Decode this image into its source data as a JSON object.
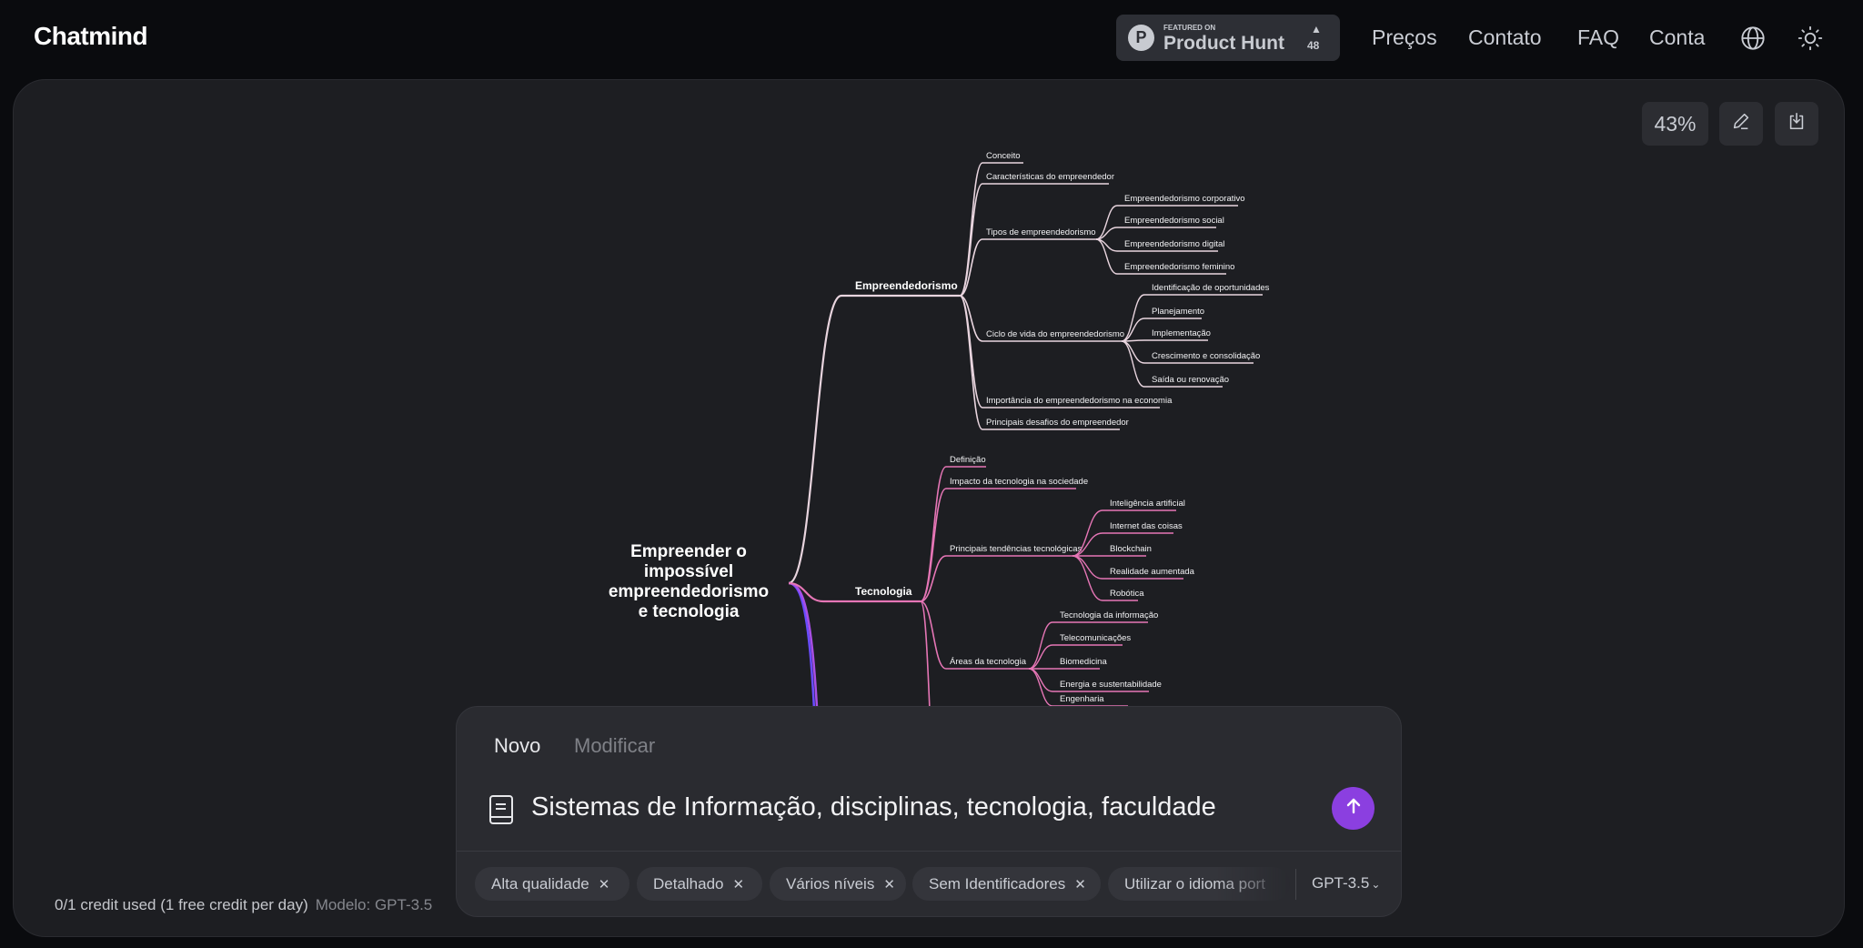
{
  "header": {
    "logo": "Chatmind",
    "product_hunt": {
      "featured_on": "FEATURED ON",
      "name": "Product Hunt",
      "upvotes": "48"
    },
    "nav": [
      "Preços",
      "Contato",
      "FAQ",
      "Conta"
    ],
    "icons": [
      "globe-icon",
      "sun-icon"
    ]
  },
  "toolbar": {
    "zoom": "43%",
    "icons": [
      "pencil-icon",
      "download-icon"
    ]
  },
  "mindmap": {
    "root": "Empreender o impossível empreendedorismo e tecnologia",
    "branches": [
      {
        "label": "Empreendedorismo",
        "color": "#e9d5df",
        "children": [
          {
            "label": "Conceito"
          },
          {
            "label": "Características do empreendedor"
          },
          {
            "label": "Tipos de empreendedorismo",
            "children": [
              {
                "label": "Empreendedorismo corporativo"
              },
              {
                "label": "Empreendedorismo social"
              },
              {
                "label": "Empreendedorismo digital"
              },
              {
                "label": "Empreendedorismo feminino"
              }
            ]
          },
          {
            "label": "Ciclo de vida do empreendedorismo",
            "children": [
              {
                "label": "Identificação de oportunidades"
              },
              {
                "label": "Planejamento"
              },
              {
                "label": "Implementação"
              },
              {
                "label": "Crescimento e consolidação"
              },
              {
                "label": "Saída ou renovação"
              }
            ]
          },
          {
            "label": "Importância do empreendedorismo na economia"
          },
          {
            "label": "Principais desafios do empreendedor"
          }
        ]
      },
      {
        "label": "Tecnologia",
        "color": "#e676b6",
        "children": [
          {
            "label": "Definição"
          },
          {
            "label": "Impacto da tecnologia na sociedade"
          },
          {
            "label": "Principais tendências tecnológicas",
            "children": [
              {
                "label": "Inteligência artificial"
              },
              {
                "label": "Internet das coisas"
              },
              {
                "label": "Blockchain"
              },
              {
                "label": "Realidade aumentada"
              },
              {
                "label": "Robótica"
              }
            ]
          },
          {
            "label": "Áreas da tecnologia",
            "children": [
              {
                "label": "Tecnologia da informação"
              },
              {
                "label": "Telecomunicações"
              },
              {
                "label": "Biomedicina"
              },
              {
                "label": "Energia e sustentabilidade"
              },
              {
                "label": "Engenharia"
              }
            ]
          }
        ]
      }
    ],
    "hidden_branch_colors": [
      "#6a4cff",
      "#a84fe6"
    ]
  },
  "input_panel": {
    "tabs": [
      "Novo",
      "Modificar"
    ],
    "active_tab": "Novo",
    "prompt_value": "Sistemas de Informação, disciplinas, tecnologia, faculdade",
    "chips": [
      "Alta qualidade",
      "Detalhado",
      "Vários níveis",
      "Sem Identificadores",
      "Utilizar o idioma port"
    ],
    "model_select": "GPT-3.5",
    "send_color": "#8b3fe0"
  },
  "footer": {
    "credits": "0/1 credit used (1 free credit per day)",
    "model": "Modelo: GPT-3.5"
  }
}
